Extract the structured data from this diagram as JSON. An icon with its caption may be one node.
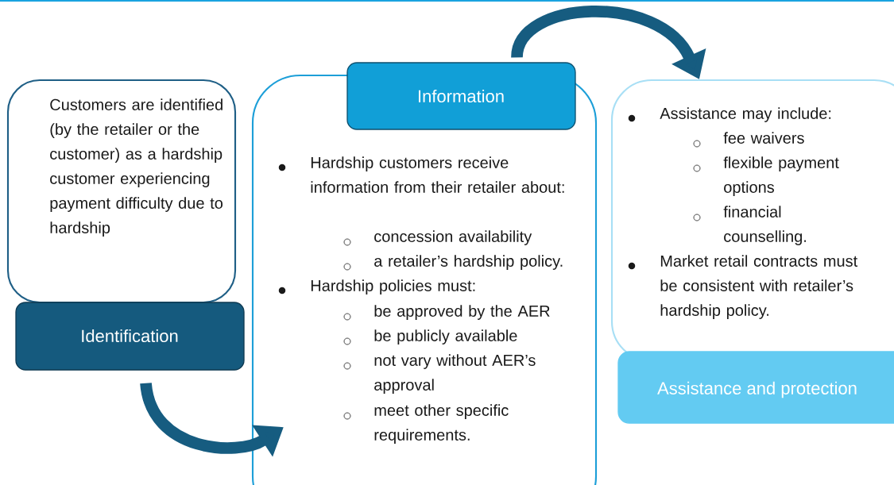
{
  "diagram": {
    "nodes": [
      {
        "text": [
          "Customers are identified (by the retailer or the customer) as a hardship customer experiencing payment difficulty due to hardship"
        ]
      },
      {
        "text": [
          "Identification"
        ]
      },
      {
        "text": [
          "Information"
        ]
      },
      {
        "text": [
          "Hardship customers receive information from their retailer about:",
          "concession availability",
          "a retailer’s hardship policy.",
          "Hardship policies must:",
          "be approved by the AER",
          "be publicly available",
          "not vary without AER’s approval",
          "meet other specific requirements."
        ]
      },
      {
        "text": [
          "Assistance may include:",
          "fee waivers",
          "flexible payment options",
          "financial counselling.",
          "Market retail contracts must be consistent with retailer’s hardship policy."
        ]
      },
      {
        "text": [
          "Assistance and protection"
        ]
      }
    ],
    "edges": [
      {
        "from": 1,
        "to": 3,
        "arrow": "to"
      },
      {
        "from": 2,
        "to": 4,
        "arrow": "to"
      }
    ]
  }
}
